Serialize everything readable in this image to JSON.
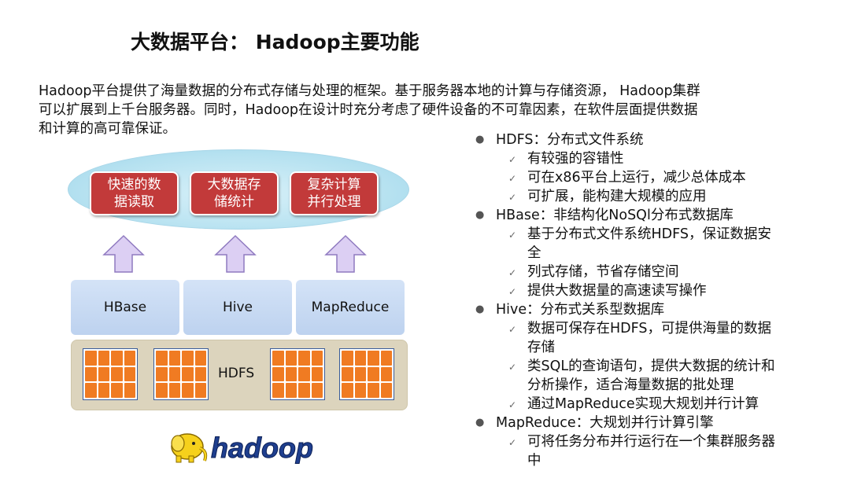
{
  "title": "大数据平台： Hadoop主要功能",
  "intro": {
    "lines": [
      "Hadoop平台提供了海量数据的分布式存储与处理的框架。基于服务器本地的计算与存储资源， Hadoop集群",
      "可以扩展到上千台服务器。同时，Hadoop在设计时充分考虑了硬件设备的不可靠因素，在软件层面提供数据",
      "和计算的高可靠保证。"
    ]
  },
  "diagram": {
    "functions": [
      "快速的数\n据读取",
      "大数据存\n储统计",
      "复杂计算\n并行处理"
    ],
    "components": [
      "HBase",
      "Hive",
      "MapReduce"
    ],
    "storage_label": "HDFS",
    "logo_text": "hadoop",
    "colors": {
      "function_box": "#c23a3a",
      "component_box": "#c8dbf3",
      "storage_band": "#dcd4bd",
      "storage_cell": "#f07b22",
      "arrow": "#d6c8ef"
    }
  },
  "bullets": [
    {
      "label": "HDFS：分布式文件系统",
      "items": [
        "有较强的容错性",
        "可在x86平台上运行，减少总体成本",
        "可扩展，能构建大规模的应用"
      ]
    },
    {
      "label": "HBase：非结构化NoSQl分布式数据库",
      "items": [
        "基于分布式文件系统HDFS，保证数据安\n全",
        "列式存储，节省存储空间",
        "提供大数据量的高速读写操作"
      ]
    },
    {
      "label": "Hive：分布式关系型数据库",
      "items": [
        "数据可保存在HDFS，可提供海量的数据\n存储",
        "类SQL的查询语句，提供大数据的统计和\n分析操作，适合海量数据的批处理",
        "通过MapReduce实现大规划并行计算"
      ]
    },
    {
      "label": "MapReduce：大规划并行计算引擎",
      "items": [
        "可将任务分布并行运行在一个集群服务器\n中"
      ]
    }
  ]
}
